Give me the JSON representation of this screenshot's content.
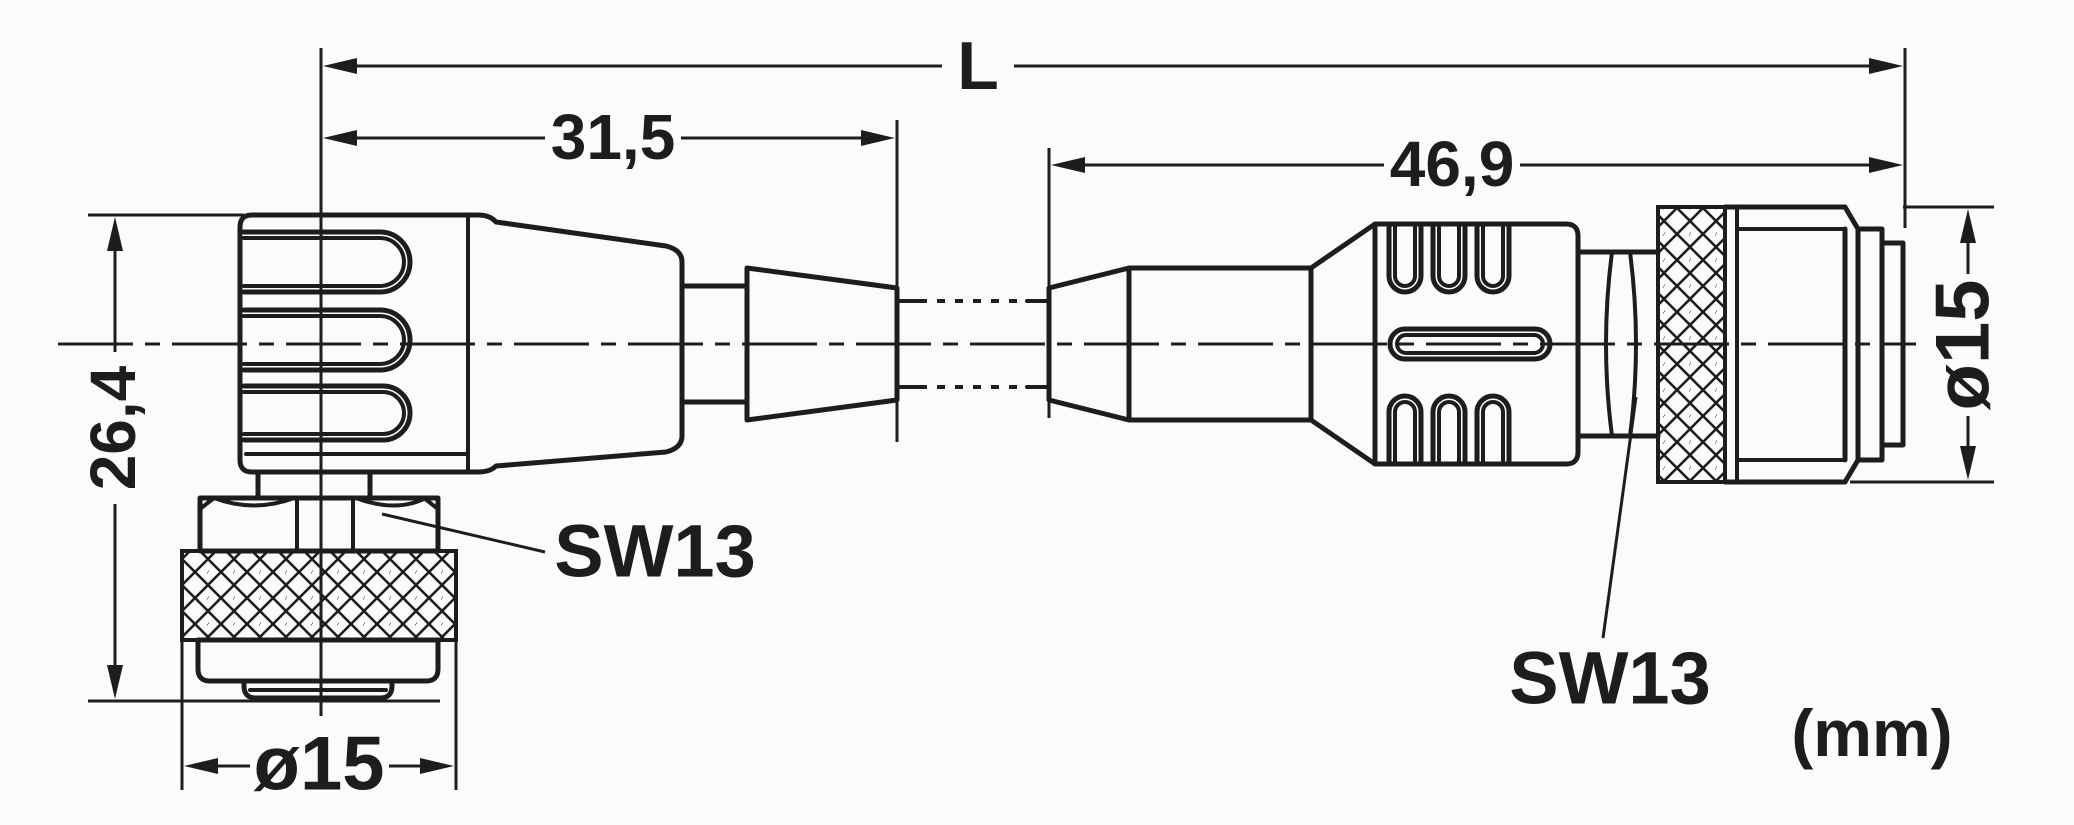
{
  "drawing": {
    "type": "technical-dimension-drawing",
    "subject": "cable with angled female connector (left) and straight male connector (right)",
    "unit_label": "(mm)",
    "dims": {
      "overall_length": "L",
      "left_connector_length": "31,5",
      "right_connector_length": "46,9",
      "left_connector_height": "26,4",
      "left_diameter": "ø15",
      "right_diameter": "ø15",
      "left_wrench_size": "SW13",
      "right_wrench_size": "SW13"
    },
    "colors": {
      "line": "#1d1d1b",
      "background": "#fbfbfb"
    }
  }
}
